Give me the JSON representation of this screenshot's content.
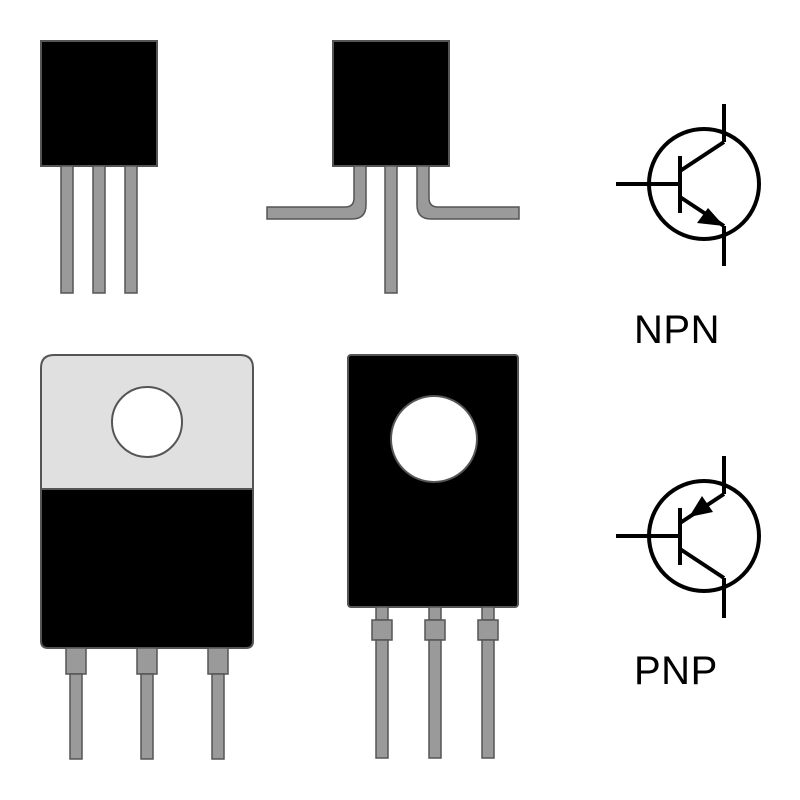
{
  "colors": {
    "body": "#000000",
    "outline": "#555555",
    "pin": "#9a9a9a",
    "tab": "#e0e0e0",
    "hole": "#ffffff",
    "symbol_stroke": "#000000"
  },
  "components": [
    {
      "name": "to92-straight-leads",
      "type": "TO-92",
      "leads": 3
    },
    {
      "name": "to92-bent-leads",
      "type": "TO-92",
      "leads": 3
    },
    {
      "name": "to220-package",
      "type": "TO-220",
      "leads": 3
    },
    {
      "name": "to126-package",
      "type": "TO-126",
      "leads": 3
    }
  ],
  "symbols": {
    "npn": {
      "label": "NPN",
      "arrow": "outward"
    },
    "pnp": {
      "label": "PNP",
      "arrow": "inward"
    }
  }
}
